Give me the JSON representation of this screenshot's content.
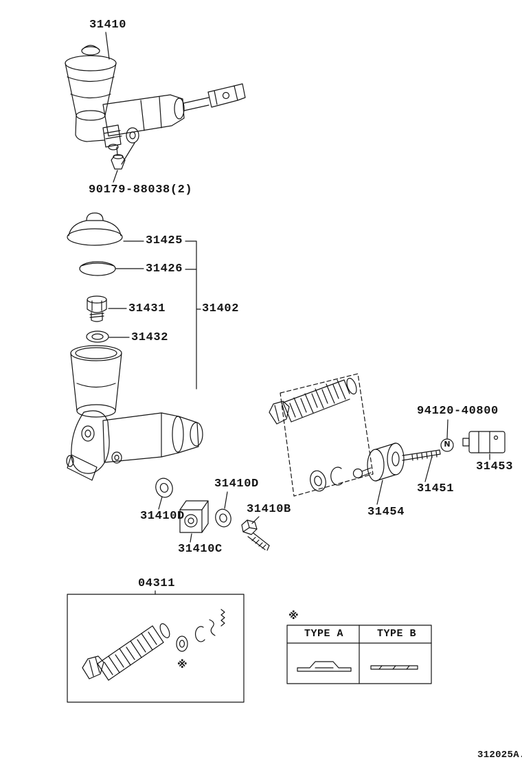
{
  "page": {
    "background": "#ffffff",
    "line_color": "#141414"
  },
  "labels": {
    "p31410": "31410",
    "p90179": "90179-88038(2)",
    "p31425": "31425",
    "p31426": "31426",
    "p31431": "31431",
    "p31402": "31402",
    "p31432": "31432",
    "p31410d_upper": "31410D",
    "p31410d_lower": "31410D",
    "p31410b": "31410B",
    "p31410c": "31410C",
    "p94120": "94120-40800",
    "p31453": "31453",
    "p31451": "31451",
    "p31454": "31454",
    "p04311": "04311"
  },
  "markers": {
    "nut": "N",
    "reference": "※"
  },
  "table": {
    "type_a": "TYPE A",
    "type_b": "TYPE B"
  },
  "footer": {
    "code": "312025A."
  }
}
